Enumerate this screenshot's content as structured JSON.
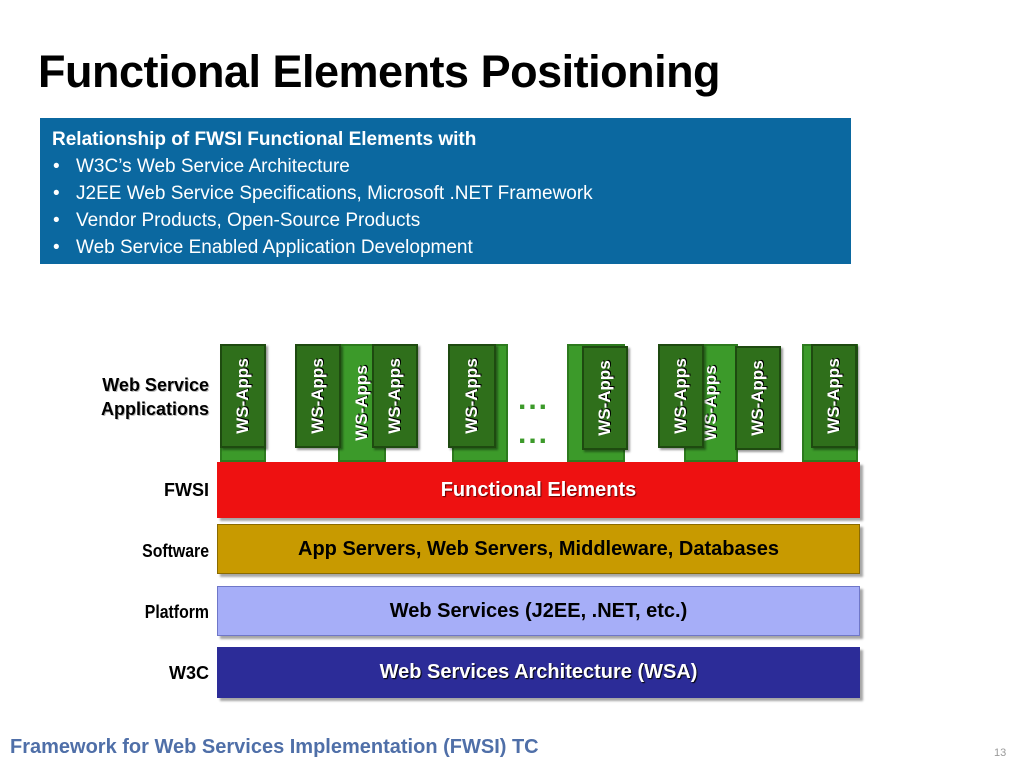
{
  "slide": {
    "title": "Functional Elements Positioning",
    "footer": "Framework for Web Services Implementation (FWSI) TC",
    "page_number": "13"
  },
  "infobox": {
    "heading": "Relationship of FWSI Functional Elements with",
    "bullets": [
      "W3C’s Web Service Architecture",
      "J2EE Web Service Specifications, Microsoft .NET Framework",
      "Vendor Products, Open-Source Products",
      "Web Service Enabled Application Development"
    ]
  },
  "diagram": {
    "labels": {
      "applications_line1": "Web Service",
      "applications_line2": "Applications",
      "fwsi": "FWSI",
      "software": "Software",
      "platform": "Platform",
      "w3c": "W3C"
    },
    "app_label": "WS-Apps",
    "ellipsis": "...",
    "layers": {
      "fwsi": "Functional Elements",
      "software": "App Servers, Web Servers, Middleware, Databases",
      "platform": "Web Services (J2EE, .NET, etc.)",
      "w3c": "Web Services Architecture (WSA)"
    },
    "colors": {
      "fwsi": "#ee1111",
      "software": "#c89a00",
      "platform": "#a6aef8",
      "w3c": "#2c2c98",
      "app_front": "#2f6f1b",
      "app_back": "#3c9a2a",
      "infobox": "#0b68a0"
    }
  }
}
